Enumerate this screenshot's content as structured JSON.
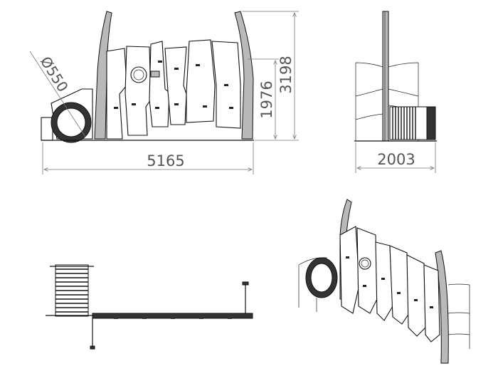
{
  "diagram": {
    "dimensions": {
      "width_front": "5165",
      "width_side": "2003",
      "height_platform": "1976",
      "height_total": "3198",
      "diameter_hatch": "Ø550"
    },
    "views": [
      "front-elevation",
      "side-elevation",
      "plan-view",
      "isometric-view"
    ]
  }
}
